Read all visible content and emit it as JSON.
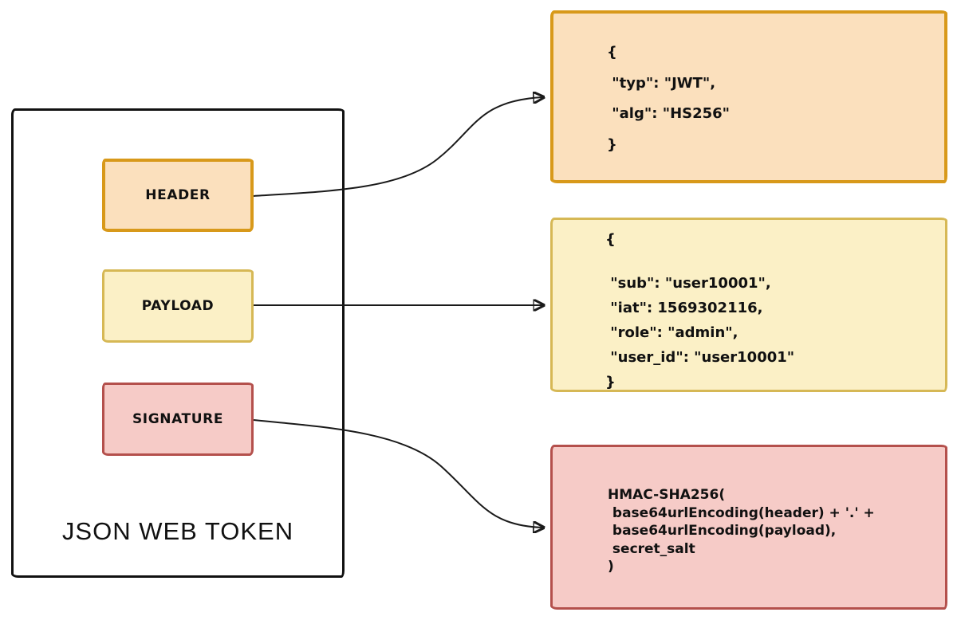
{
  "colors": {
    "canvas-bg": "#ffffff",
    "ink": "#111111",
    "arrow": "#1a1a1a",
    "header-fill": "#fbe0bd",
    "header-border": "#d8991a",
    "payload-fill": "#fbf0c6",
    "payload-border": "#d6b855",
    "signature-fill": "#f6cbc7",
    "signature-border": "#b4504c"
  },
  "token_container": {
    "title": "JSON WEB TOKEN",
    "parts": [
      {
        "id": "header",
        "label": "HEADER"
      },
      {
        "id": "payload",
        "label": "PAYLOAD"
      },
      {
        "id": "signature",
        "label": "SIGNATURE"
      }
    ]
  },
  "detail_header": {
    "lines": [
      "{",
      " \"typ\": \"JWT\",",
      " \"alg\": \"HS256\"",
      "}"
    ]
  },
  "detail_payload": {
    "lines": [
      "{",
      "",
      " \"sub\": \"user10001\",",
      " \"iat\": 1569302116,",
      " \"role\": \"admin\",",
      " \"user_id\": \"user10001\"",
      "}"
    ]
  },
  "detail_signature": {
    "lines": [
      "HMAC-SHA256(",
      " base64urlEncoding(header) + '.' +",
      " base64urlEncoding(payload),",
      " secret_salt",
      ")"
    ]
  }
}
